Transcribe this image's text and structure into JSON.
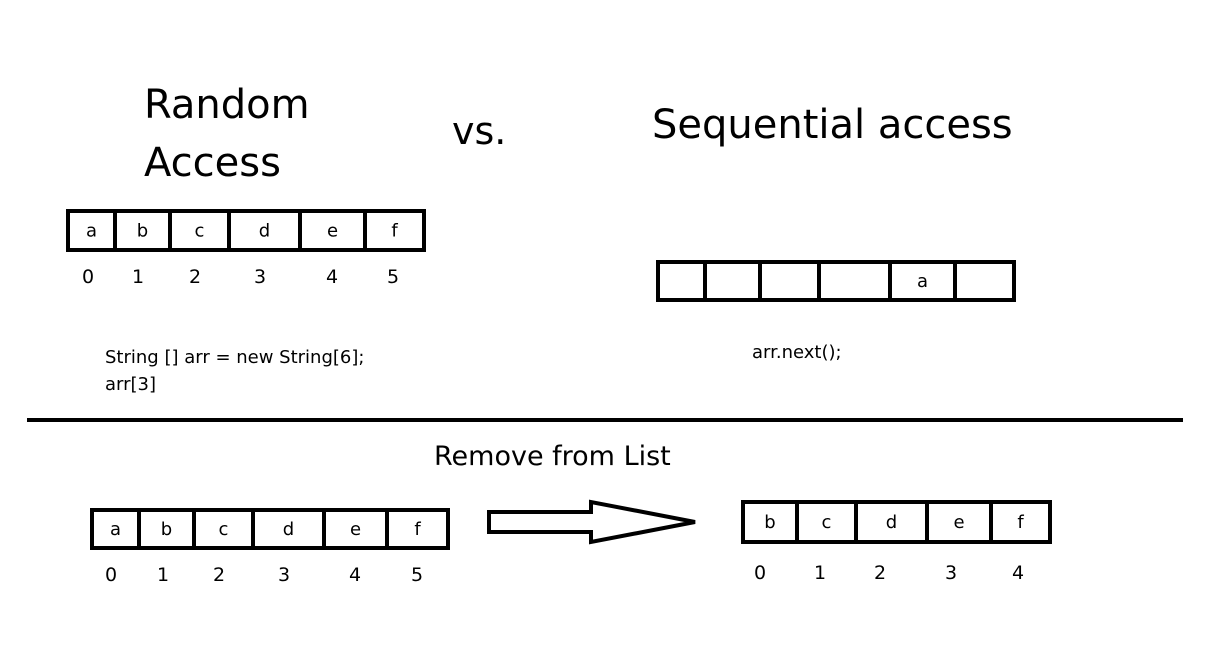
{
  "random_access": {
    "title_line1": "Random",
    "title_line2": "Access",
    "cells": [
      "a",
      "b",
      "c",
      "d",
      "e",
      "f"
    ],
    "indices": [
      "0",
      "1",
      "2",
      "3",
      "4",
      "5"
    ],
    "code_line1": "String [] arr = new String[6];",
    "code_line2": "arr[3]"
  },
  "versus": "vs.",
  "sequential_access": {
    "title": "Sequential access",
    "cells": [
      "",
      "",
      "",
      "",
      "a",
      ""
    ],
    "code": "arr.next();"
  },
  "remove": {
    "title": "Remove from List",
    "before_cells": [
      "a",
      "b",
      "c",
      "d",
      "e",
      "f"
    ],
    "before_indices": [
      "0",
      "1",
      "2",
      "3",
      "4",
      "5"
    ],
    "after_cells": [
      "b",
      "c",
      "d",
      "e",
      "f"
    ],
    "after_indices": [
      "0",
      "1",
      "2",
      "3",
      "4"
    ]
  }
}
